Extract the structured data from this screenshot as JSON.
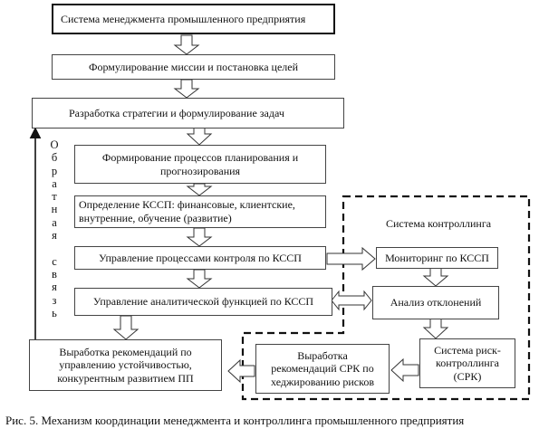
{
  "boxes": {
    "system": "Система менеджмента промышленного предприятия",
    "mission": "Формулирование миссии и постановка целей",
    "strategy": "Разработка стратегии и формулирование задач",
    "planning": "Формирование процессов планирования и прогнозирования",
    "kssp": "Определение КССП: финансовые, клиентские, внутренние, обучение (развитие)",
    "control": "Управление процессами контроля по КССП",
    "analytic": "Управление аналитической функцией по КССП",
    "recommend": "Выработка рекомендаций по управлению устойчивостью, конкурентным развитием ПП",
    "monitoring": "Мониторинг по КССП",
    "deviation": "Анализ отклонений",
    "srk_recommend": "Выработка рекомендаций СРК по хеджированию рисков",
    "risk_system": "Система риск-контроллинга (СРК)"
  },
  "controlling_title": "Система контроллинга",
  "feedback_letters": [
    "О",
    "б",
    "р",
    "а",
    "т",
    "н",
    "а",
    "я",
    " ",
    "с",
    "в",
    "я",
    "з",
    "ь"
  ],
  "caption": "Рис. 5. Механизм координации менеджмента и контроллинга промышленного предприятия"
}
